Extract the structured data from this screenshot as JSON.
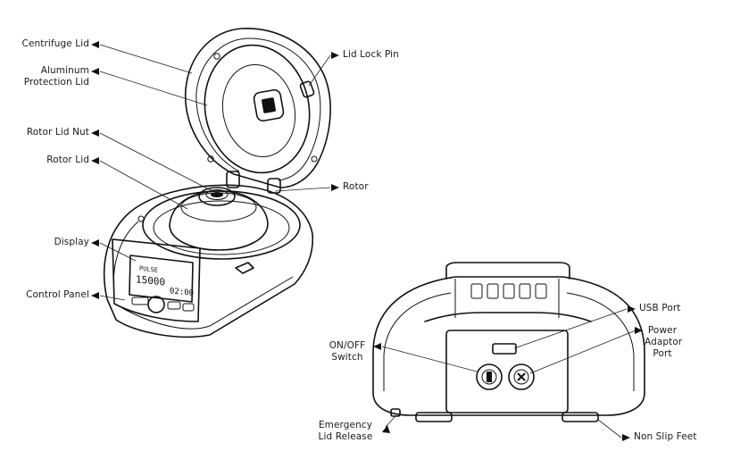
{
  "labels": {
    "centrifuge_lid": "Centrifuge Lid",
    "aluminum_protection_lid": "Aluminum\nProtection Lid",
    "rotor_lid_nut": "Rotor Lid Nut",
    "rotor_lid": "Rotor Lid",
    "display": "Display",
    "control_panel": "Control Panel",
    "lid_lock_pin": "Lid Lock Pin",
    "rotor": "Rotor",
    "usb_port": "USB Port",
    "power_adaptor_port": "Power\nAdaptor\nPort",
    "on_off_switch": "ON/OFF\nSwitch",
    "emergency_lid_release": "Emergency\nLid Release",
    "non_slip_feet": "Non Slip Feet"
  },
  "display_screen": {
    "mode": "PULSE",
    "speed": "15000",
    "time": "02:00"
  }
}
